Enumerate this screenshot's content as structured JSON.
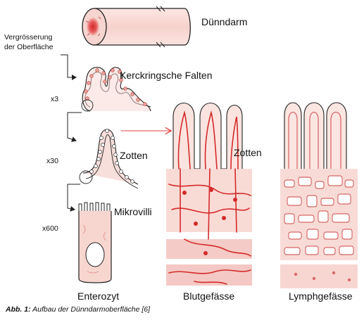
{
  "figure": {
    "labels": {
      "magnification_header": [
        "Vergrösserung",
        "der Oberfläche"
      ],
      "duenndarm": "Dünndarm",
      "kerckring": "Kerckringsche Falten",
      "zotten_left": "Zotten",
      "mikrovilli": "Mikrovilli",
      "zotten_right": "Zotten",
      "x3": "x3",
      "x30": "x30",
      "x600": "x600",
      "enterozyt": "Enterozyt",
      "blutgefaesse": "Blutgefässe",
      "lymphgefaesse": "Lymphgefässe"
    },
    "caption": {
      "prefix": "Abb. 1:",
      "text": "Aufbau der Dünndarmoberfläche [6]"
    },
    "colors": {
      "ink": "#222222",
      "blood_red": "#d42a2a",
      "tissue_pink": "#f3c9c4",
      "arrow_red": "#e04040"
    }
  }
}
